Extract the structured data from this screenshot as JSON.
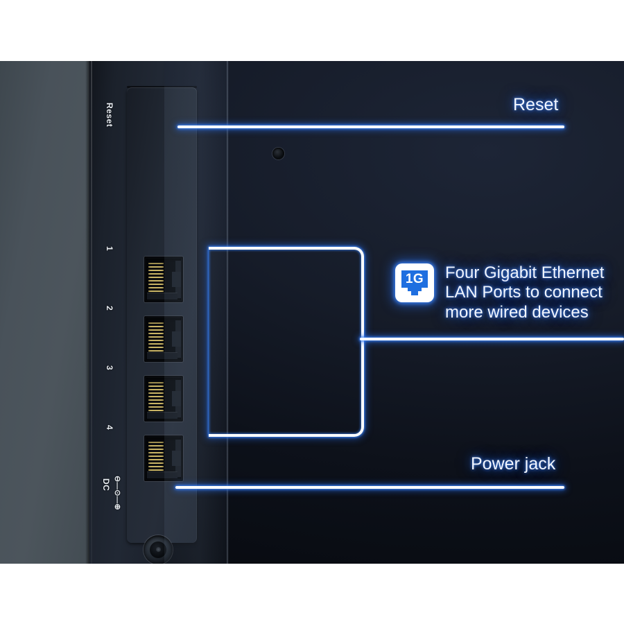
{
  "scene": {
    "title": "Router rear panel callout diagram",
    "accent_color": "#2f7ef0",
    "line_color": "#ffffff",
    "text_color": "#f2f6ff",
    "background_color": "#141a26",
    "body_color": "#4c555c",
    "panel_color": "#222934"
  },
  "device": {
    "silkscreen": {
      "reset": "Reset",
      "port_1": "1",
      "port_2": "2",
      "port_3": "3",
      "port_4": "4",
      "dc": "DC",
      "dc_polarity_symbol": "⊖—⊙—⊕"
    },
    "ports": [
      {
        "number": "1",
        "type": "RJ45 Gigabit Ethernet LAN"
      },
      {
        "number": "2",
        "type": "RJ45 Gigabit Ethernet LAN"
      },
      {
        "number": "3",
        "type": "RJ45 Gigabit Ethernet LAN"
      },
      {
        "number": "4",
        "type": "RJ45 Gigabit Ethernet LAN"
      }
    ],
    "reset_control": "recessed reset pinhole",
    "power_connector": "DC barrel jack"
  },
  "callouts": {
    "reset": {
      "label": "Reset"
    },
    "lan": {
      "icon_label": "1G",
      "icon_name": "ethernet-1g-icon",
      "line1": "Four Gigabit Ethernet",
      "line2": "LAN Ports to connect",
      "line3": "more wired devices"
    },
    "power": {
      "label": "Power jack"
    }
  }
}
